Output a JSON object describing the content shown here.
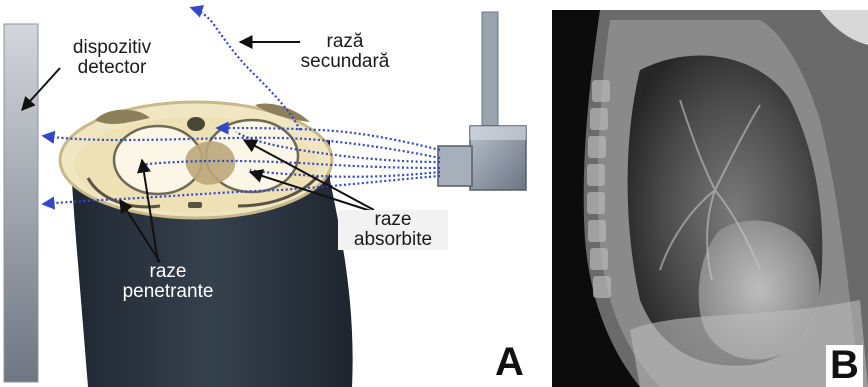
{
  "labels": {
    "detector_line1": "dispozitiv",
    "detector_line2": "detector",
    "secondary_line1": "rază",
    "secondary_line2": "secundară",
    "absorbed_line1": "raze",
    "absorbed_line2": "absorbite",
    "penetrating_line1": "raze",
    "penetrating_line2": "penetrante"
  },
  "panels": {
    "a": "A",
    "b": "B"
  },
  "colors": {
    "ray": "#3347c8",
    "body": "#2f3946",
    "xray_bg": "#0c0c0c",
    "label_box": "#f2f2f2"
  }
}
